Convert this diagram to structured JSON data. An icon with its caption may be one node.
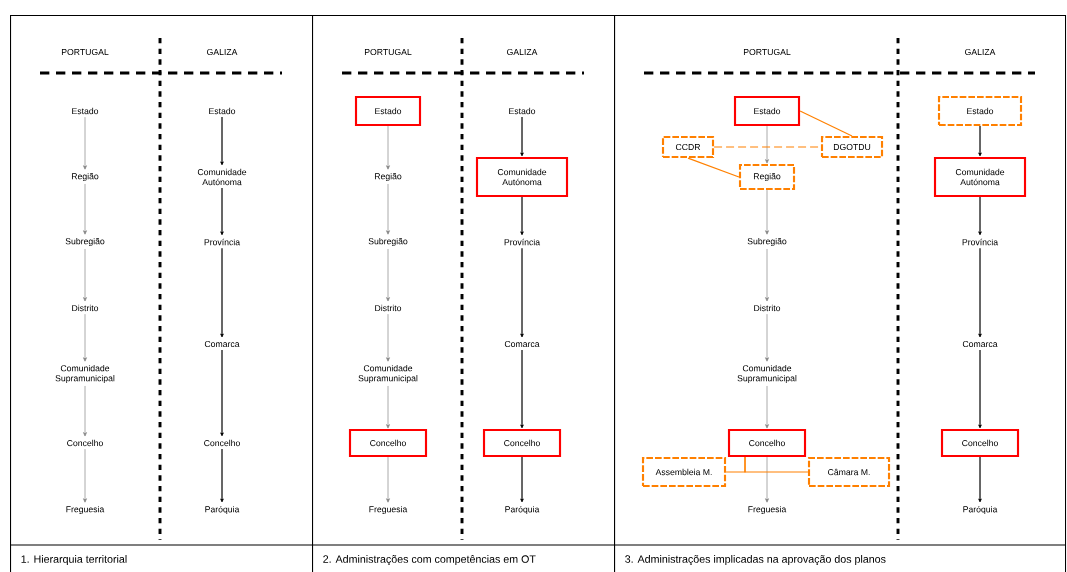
{
  "diagram": {
    "nodes": [
      {
        "text": [
          "1. Hierarquia territorial"
        ]
      },
      {
        "text": [
          "Estado"
        ],
        "in": 0
      },
      {
        "text": [
          "Região"
        ],
        "in": 0
      },
      {
        "text": [
          "Subregião"
        ],
        "in": 0
      },
      {
        "text": [
          "Distrito"
        ],
        "in": 0
      },
      {
        "text": [
          "Comunidade Supramunicipal"
        ],
        "in": 0
      },
      {
        "text": [
          "Concelho"
        ],
        "in": 0
      },
      {
        "text": [
          "Freguesia"
        ],
        "in": 0
      },
      {
        "text": [
          "Estado"
        ],
        "in": 0
      },
      {
        "text": [
          "Comunidade Autónoma"
        ],
        "in": 0
      },
      {
        "text": [
          "Província"
        ],
        "in": 0
      },
      {
        "text": [
          "Comarca"
        ],
        "in": 0
      },
      {
        "text": [
          "Concelho"
        ],
        "in": 0
      },
      {
        "text": [
          "Paróquia"
        ],
        "in": 0
      },
      {
        "text": [
          "2. Administrações com competências em OT"
        ]
      },
      {
        "text": [
          "Estado"
        ],
        "in": 14
      },
      {
        "text": [
          "Região"
        ],
        "in": 14
      },
      {
        "text": [
          "Subregião"
        ],
        "in": 14
      },
      {
        "text": [
          "Distrito"
        ],
        "in": 14
      },
      {
        "text": [
          "Comunidade Supramunicipal"
        ],
        "in": 14
      },
      {
        "text": [
          "Concelho"
        ],
        "in": 14
      },
      {
        "text": [
          "Freguesia"
        ],
        "in": 14
      },
      {
        "text": [
          "Estado"
        ],
        "in": 14
      },
      {
        "text": [
          "Comunidade Autónoma"
        ],
        "in": 14
      },
      {
        "text": [
          "Província"
        ],
        "in": 14
      },
      {
        "text": [
          "Comarca"
        ],
        "in": 14
      },
      {
        "text": [
          "Concelho"
        ],
        "in": 14
      },
      {
        "text": [
          "Paróquia"
        ],
        "in": 14
      },
      {
        "text": [
          "3. Administrações implicadas na aprovação dos planos"
        ]
      },
      {
        "text": [
          "Estado"
        ],
        "in": 28
      },
      {
        "text": [
          "CCDR"
        ],
        "in": 28
      },
      {
        "text": [
          "DGOTDU"
        ],
        "in": 28
      },
      {
        "text": [
          "Região"
        ],
        "in": 28
      },
      {
        "text": [
          "Subregião"
        ],
        "in": 28
      },
      {
        "text": [
          "Distrito"
        ],
        "in": 28
      },
      {
        "text": [
          "Comunidade Supramunicipal"
        ],
        "in": 28
      },
      {
        "text": [
          "Concelho"
        ],
        "in": 28
      },
      {
        "text": [
          "Assembleia M."
        ],
        "in": 28
      },
      {
        "text": [
          "Câmara M."
        ],
        "in": 28
      },
      {
        "text": [
          "Freguesia"
        ],
        "in": 28
      },
      {
        "text": [
          "Estado"
        ],
        "in": 28
      },
      {
        "text": [
          "Comunidade Autónoma"
        ],
        "in": 28
      },
      {
        "text": [
          "Província"
        ],
        "in": 28
      },
      {
        "text": [
          "Comarca"
        ],
        "in": 28
      },
      {
        "text": [
          "Concelho"
        ],
        "in": 28
      },
      {
        "text": [
          "Paróquia"
        ],
        "in": 28
      }
    ],
    "edges": [
      {
        "from": 1,
        "to": 2,
        "arrow": "to"
      },
      {
        "from": 2,
        "to": 3,
        "arrow": "to"
      },
      {
        "from": 3,
        "to": 4,
        "arrow": "to"
      },
      {
        "from": 4,
        "to": 5,
        "arrow": "to"
      },
      {
        "from": 5,
        "to": 6,
        "arrow": "to"
      },
      {
        "from": 6,
        "to": 7,
        "arrow": "to"
      },
      {
        "from": 8,
        "to": 9,
        "arrow": "to",
        "color": "#000000"
      },
      {
        "from": 9,
        "to": 10,
        "arrow": "to",
        "color": "#000000"
      },
      {
        "from": 10,
        "to": 11,
        "arrow": "to",
        "color": "#000000"
      },
      {
        "from": 11,
        "to": 12,
        "arrow": "to",
        "color": "#000000"
      },
      {
        "from": 12,
        "to": 13,
        "arrow": "to",
        "color": "#000000"
      },
      {
        "from": 15,
        "to": 16,
        "arrow": "to"
      },
      {
        "from": 16,
        "to": 17,
        "arrow": "to"
      },
      {
        "from": 17,
        "to": 18,
        "arrow": "to"
      },
      {
        "from": 18,
        "to": 19,
        "arrow": "to"
      },
      {
        "from": 19,
        "to": 20,
        "arrow": "to"
      },
      {
        "from": 20,
        "to": 21,
        "arrow": "to"
      },
      {
        "from": 22,
        "to": 23,
        "arrow": "to",
        "color": "#000000"
      },
      {
        "from": 23,
        "to": 24,
        "arrow": "to",
        "color": "#000000"
      },
      {
        "from": 24,
        "to": 25,
        "arrow": "to",
        "color": "#000000"
      },
      {
        "from": 25,
        "to": 26,
        "arrow": "to",
        "color": "#000000"
      },
      {
        "from": 26,
        "to": 27,
        "arrow": "to",
        "color": "#000000"
      },
      {
        "from": 29,
        "to": 32,
        "arrow": "to"
      },
      {
        "from": 32,
        "to": 33,
        "arrow": "to"
      },
      {
        "from": 33,
        "to": 34,
        "arrow": "to"
      },
      {
        "from": 34,
        "to": 35,
        "arrow": "to"
      },
      {
        "from": 35,
        "to": 36,
        "arrow": "to"
      },
      {
        "from": 36,
        "to": 39,
        "arrow": "to"
      },
      {
        "from": 40,
        "to": 41,
        "arrow": "to",
        "color": "#000000"
      },
      {
        "from": 41,
        "to": 42,
        "arrow": "to",
        "color": "#000000"
      },
      {
        "from": 42,
        "to": 43,
        "arrow": "to",
        "color": "#000000"
      },
      {
        "from": 43,
        "to": 44,
        "arrow": "to",
        "color": "#000000"
      },
      {
        "from": 44,
        "to": 45,
        "arrow": "to",
        "color": "#000000"
      },
      {
        "from": 29,
        "to": 31,
        "arrow": "none",
        "color": "#ff8000"
      },
      {
        "from": 30,
        "to": 31,
        "arrow": "none",
        "color": "#ff8000",
        "style": "dashed"
      },
      {
        "from": 30,
        "to": 32,
        "arrow": "none",
        "color": "#ff8000"
      },
      {
        "from": 36,
        "to": 37,
        "arrow": "none",
        "color": "#ff8000"
      },
      {
        "from": 36,
        "to": 38,
        "arrow": "none",
        "color": "#ff8000"
      }
    ],
    "labels": [
      "PORTUGAL",
      "GALIZA",
      "PORTUGAL",
      "GALIZA",
      "PORTUGAL",
      "GALIZA"
    ]
  }
}
